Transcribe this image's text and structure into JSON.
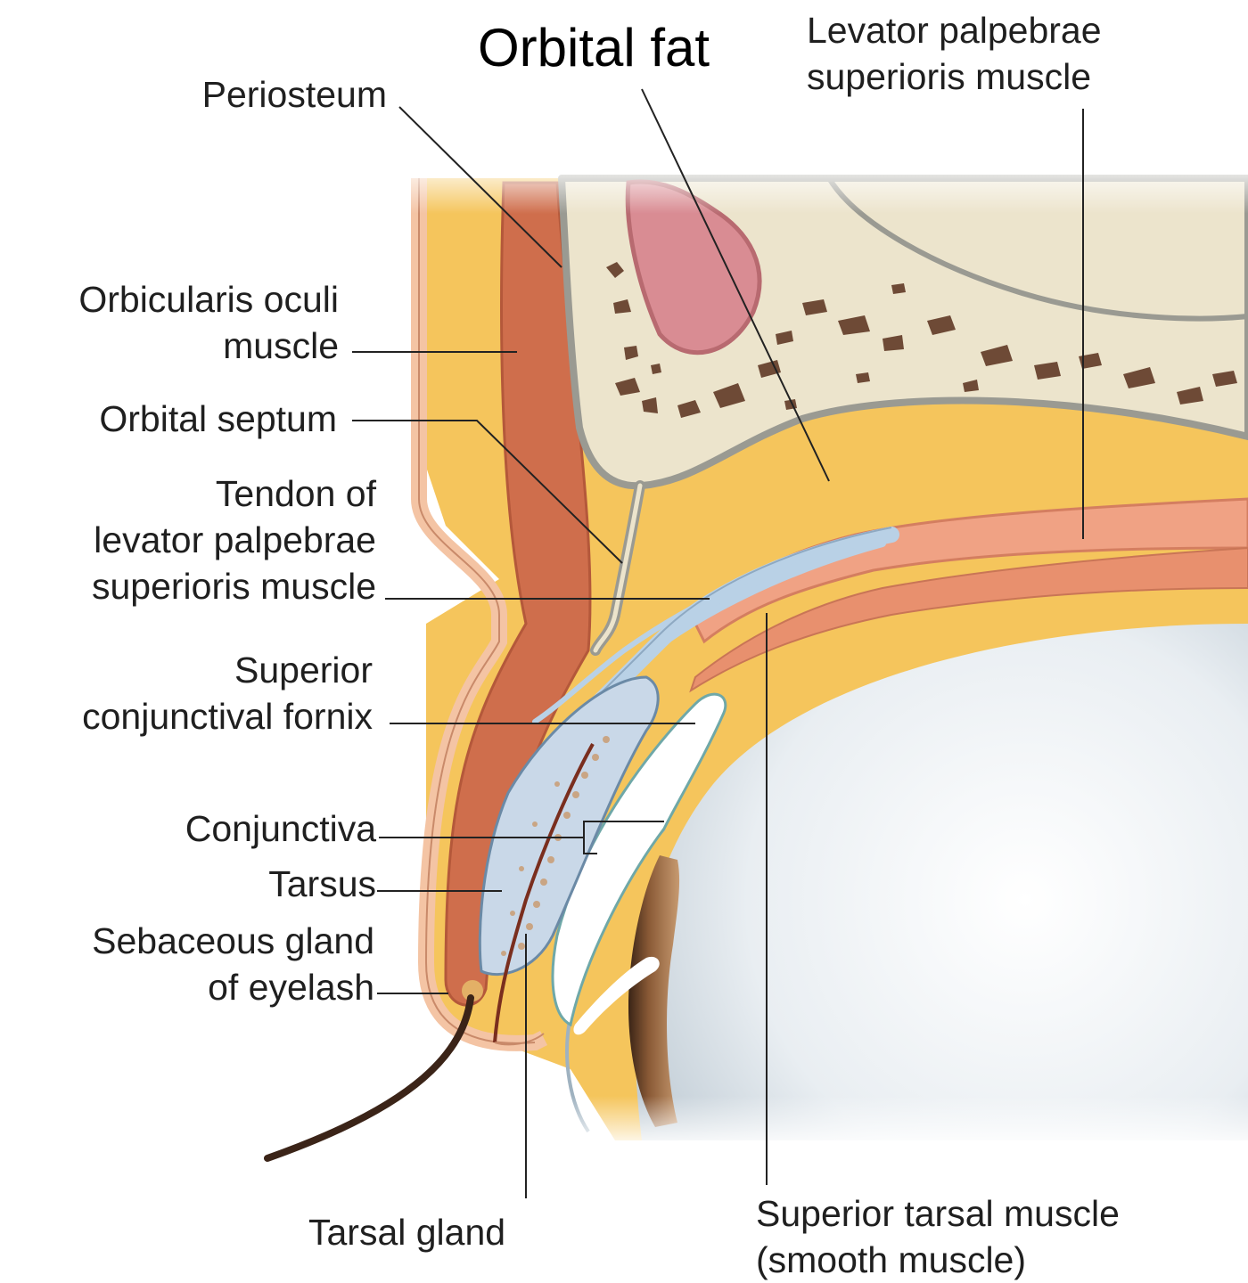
{
  "labels": {
    "orbital_fat": "Orbital fat",
    "levator_muscle": [
      "Levator palpebrae",
      "superioris muscle"
    ],
    "periosteum": "Periosteum",
    "orbicularis": [
      "Orbicularis oculi",
      "muscle"
    ],
    "orbital_septum": "Orbital septum",
    "tendon_levator": [
      "Tendon of",
      "levator palpebrae",
      "superioris muscle"
    ],
    "superior_fornix": [
      "Superior",
      "conjunctival fornix"
    ],
    "conjunctiva": "Conjunctiva",
    "tarsus": "Tarsus",
    "sebaceous_gland": [
      "Sebaceous gland",
      "of eyelash"
    ],
    "tarsal_gland": "Tarsal gland",
    "superior_tarsal_muscle": [
      "Superior tarsal muscle",
      "(smooth muscle)"
    ]
  },
  "colors": {
    "bone": "#ece4cc",
    "bone_outline": "#9a9a92",
    "marrow": "#6e4a36",
    "sinus": "#d98c93",
    "fat": "#f5c55c",
    "muscle": "#cf6e4c",
    "levator": "#f0a284",
    "tendon": "#b9d1e6",
    "tarsus": "#c9d8e8",
    "globe": "#e4ebf0",
    "iris": "#7a4a2a",
    "leader": "#222222"
  }
}
